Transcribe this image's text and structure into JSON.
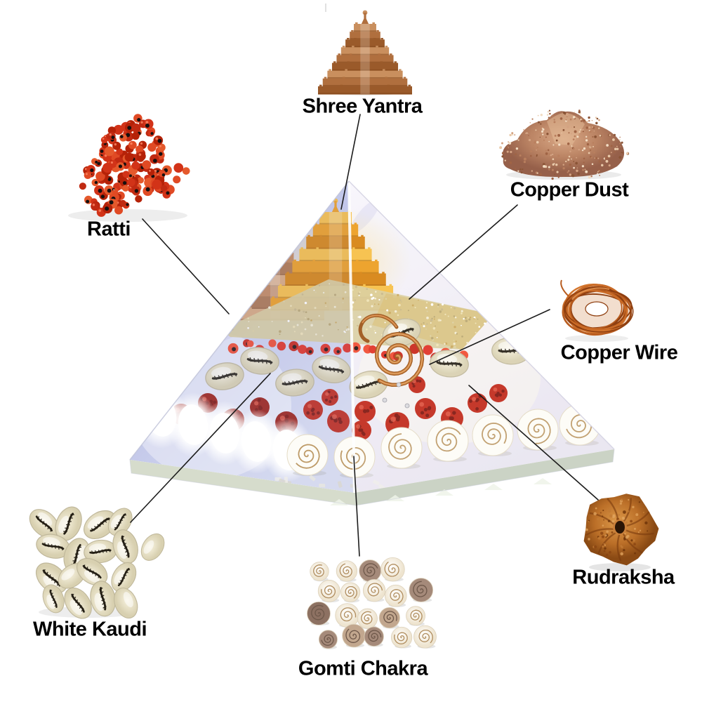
{
  "page": {
    "type": "product-infographic",
    "subject": "Orgone crystal pyramid with labeled ingredients",
    "background": "#ffffff"
  },
  "components": [
    {
      "id": "shree-yantra",
      "label": "Shree Yantra",
      "image": "shree-yantra-photo"
    },
    {
      "id": "copper-dust",
      "label": "Copper Dust",
      "image": "copper-dust-photo"
    },
    {
      "id": "ratti",
      "label": "Ratti",
      "image": "ratti-seeds-photo"
    },
    {
      "id": "copper-wire",
      "label": "Copper Wire",
      "image": "copper-wire-coil-photo"
    },
    {
      "id": "rudraksha",
      "label": "Rudraksha",
      "image": "rudraksha-bead-photo"
    },
    {
      "id": "gomti-chakra",
      "label": "Gomti Chakra",
      "image": "gomti-chakra-shells-photo"
    },
    {
      "id": "white-kaudi",
      "label": "White Kaudi",
      "image": "white-kaudi-shells-photo"
    }
  ],
  "colors": {
    "label_text": "#000000",
    "leader_line": "#1c1c1c",
    "copper": "#b5651d",
    "gold": "#eca522",
    "seed_red": "#d23318",
    "shell_cream": "#ece5cd",
    "resin_lilac": "#c9cdee"
  }
}
